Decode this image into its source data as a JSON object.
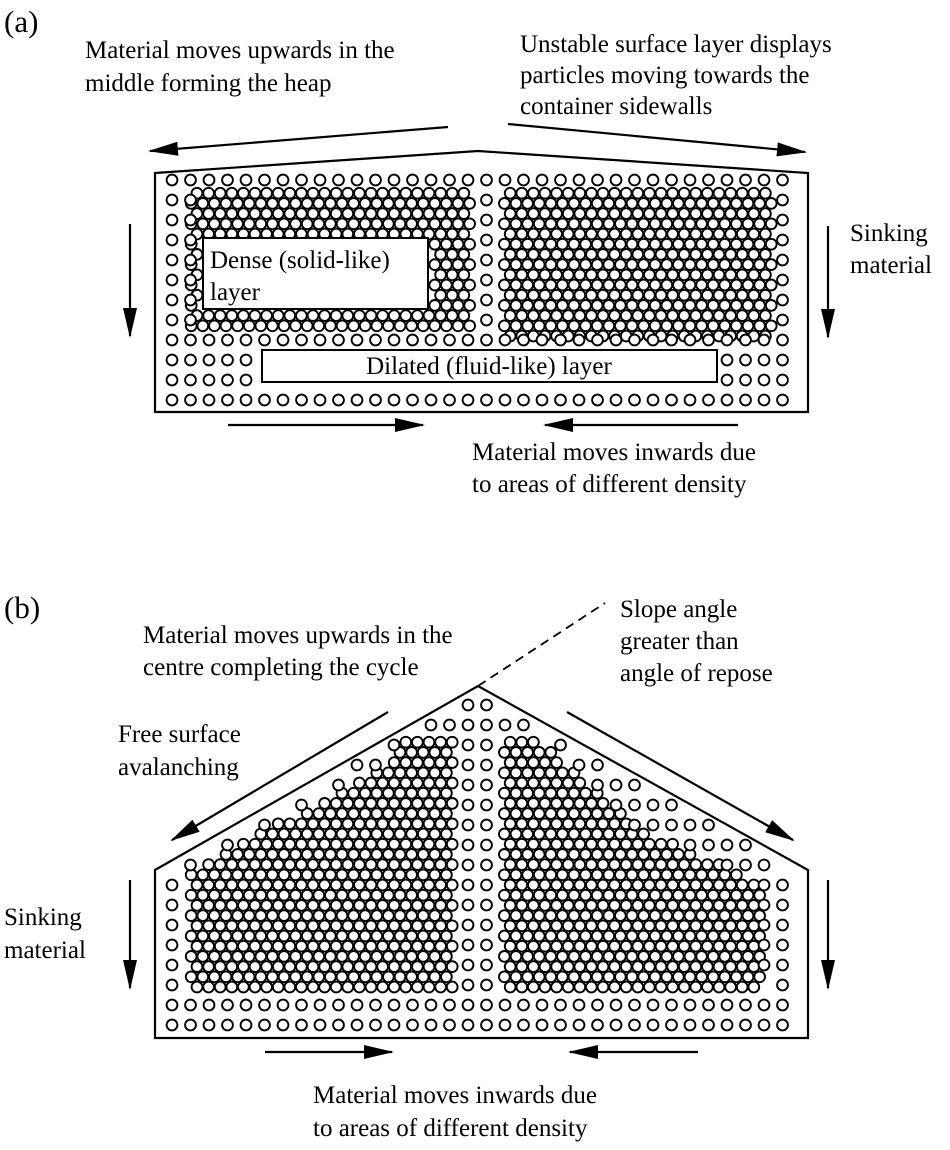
{
  "panel_a": {
    "label": "(a)",
    "heap_label": [
      "Material moves upwards in the",
      "middle forming the heap"
    ],
    "surface_label": [
      "Unstable surface layer displays",
      "particles moving towards the",
      "container sidewalls"
    ],
    "sinking_label": [
      "Sinking",
      "material"
    ],
    "dense_label": [
      "Dense (solid-like)",
      "layer"
    ],
    "dilated_label": "Dilated (fluid-like) layer",
    "inwards_label": [
      "Material moves inwards due",
      "to areas of different density"
    ]
  },
  "panel_b": {
    "label": "(b)",
    "centre_label": [
      "Material moves upwards in the",
      "centre completing the cycle"
    ],
    "slope_label": [
      "Slope angle",
      "greater than",
      "angle of repose"
    ],
    "avalanche_label": [
      "Free surface",
      "avalanching"
    ],
    "sinking_label": [
      "Sinking",
      "material"
    ],
    "inwards_label": [
      "Material moves inwards due",
      "to areas of different density"
    ]
  },
  "icons": {
    "arrow": "arrow-icon",
    "particle": "particle-icon"
  }
}
